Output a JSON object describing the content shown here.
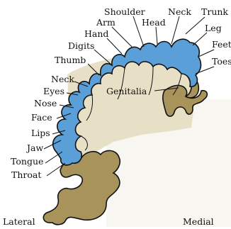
{
  "diagram": {
    "colors": {
      "cortex": "#5a9fd8",
      "cortex_dark": "#4a8cc6",
      "white_matter": "#e8e0c6",
      "non_motor": "#a8935a",
      "outline": "#111111",
      "background": "#ffffff"
    },
    "body_parts": [
      "Shoulder",
      "Neck",
      "Trunk",
      "Arm",
      "Head",
      "Leg",
      "Hand",
      "Feet",
      "Digits",
      "Toes",
      "Thumb",
      "Neck",
      "Eyes",
      "Nose",
      "Face",
      "Lips",
      "Jaw",
      "Tongue",
      "Throat"
    ],
    "region_label": "Genitalia",
    "orientation": {
      "left": "Lateral",
      "right": "Medial"
    }
  }
}
